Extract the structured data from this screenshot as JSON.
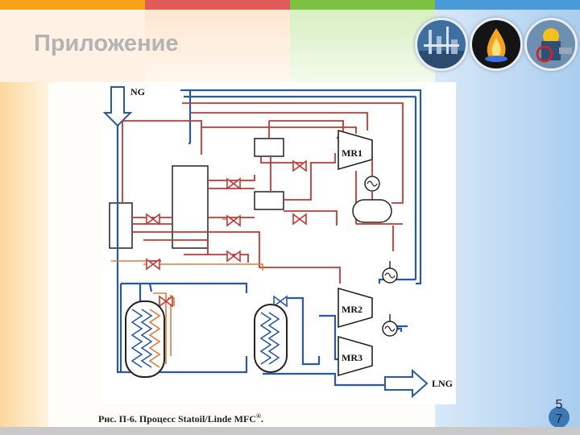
{
  "slide": {
    "title": "Приложение",
    "page_number_top": "5",
    "page_number_bottom": "7"
  },
  "colors": {
    "topbar": [
      "#f7a21b",
      "#e05a5a",
      "#7cc142",
      "#4a9ad8"
    ],
    "red_line": "#c8362f",
    "blue_line": "#2858a8",
    "orange_line": "#e07a3a"
  },
  "diagram": {
    "labels": {
      "ng": "NG",
      "lng": "LNG",
      "mr1": "MR1",
      "mr2": "MR2",
      "mr3": "MR3"
    },
    "caption": "Рис. П-6. Процесс Statoil/Linde MFC",
    "caption_mark": "®",
    "caption_end": "."
  },
  "icons": [
    "refinery-photo-icon",
    "gas-flame-photo-icon",
    "worker-valve-photo-icon"
  ]
}
